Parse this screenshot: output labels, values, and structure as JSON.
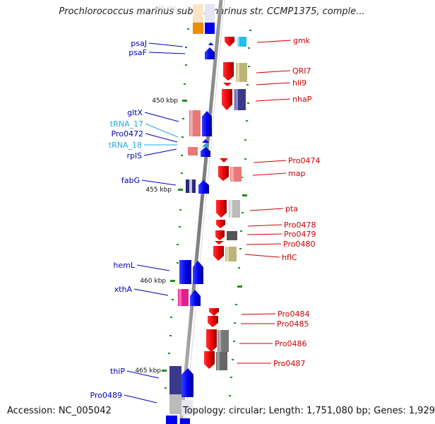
{
  "title": "Prochlorococcus marinus subsp. marinus str. CCMP1375, comple...",
  "footer": {
    "accession": "Accession: NC_005042",
    "summary": "Topology: circular; Length: 1,751,080 bp; Genes: 1,929"
  },
  "scale_labels": [
    "450 kbp",
    "455 kbp",
    "460 kbp",
    "465 kbp"
  ],
  "genes_left": [
    {
      "name": "psaJ",
      "color": "#0000bb"
    },
    {
      "name": "psaF",
      "color": "#0000bb"
    },
    {
      "name": "gltX",
      "color": "#0000bb"
    },
    {
      "name": "tRNA_17",
      "color": "#22aadd"
    },
    {
      "name": "Pro0472",
      "color": "#0000bb"
    },
    {
      "name": "tRNA_18",
      "color": "#22aadd"
    },
    {
      "name": "rplS",
      "color": "#0000bb"
    },
    {
      "name": "fabG",
      "color": "#0000bb"
    },
    {
      "name": "hemL",
      "color": "#0000bb"
    },
    {
      "name": "xthA",
      "color": "#0000bb"
    },
    {
      "name": "thiP",
      "color": "#0000bb"
    },
    {
      "name": "Pro0489",
      "color": "#0000bb"
    }
  ],
  "genes_right": [
    {
      "name": "gmk",
      "color": "#cc0000"
    },
    {
      "name": "QRI7",
      "color": "#cc0000"
    },
    {
      "name": "hli9",
      "color": "#cc0000"
    },
    {
      "name": "nhaP",
      "color": "#cc0000"
    },
    {
      "name": "Pro0474",
      "color": "#cc0000"
    },
    {
      "name": "map",
      "color": "#cc0000"
    },
    {
      "name": "pta",
      "color": "#cc0000"
    },
    {
      "name": "Pro0478",
      "color": "#cc0000"
    },
    {
      "name": "Pro0479",
      "color": "#cc0000"
    },
    {
      "name": "Pro0480",
      "color": "#cc0000"
    },
    {
      "name": "hflC",
      "color": "#cc0000"
    },
    {
      "name": "Pro0484",
      "color": "#cc0000"
    },
    {
      "name": "Pro0485",
      "color": "#cc0000"
    },
    {
      "name": "Pro0486",
      "color": "#cc0000"
    },
    {
      "name": "Pro0487",
      "color": "#cc0000"
    }
  ],
  "colors": {
    "forward_strand": "#0000ff",
    "reverse_strand": "#ff0000",
    "backbone": "#888888",
    "tick": "#228b22"
  }
}
